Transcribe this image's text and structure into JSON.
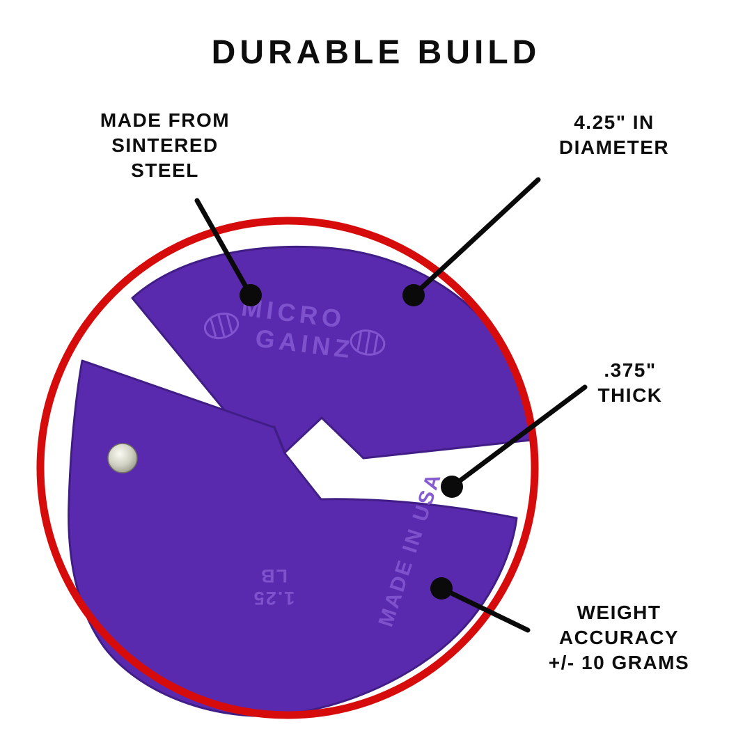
{
  "title": "DURABLE BUILD",
  "callouts": {
    "made_from": {
      "lines": [
        "MADE FROM",
        "SINTERED",
        "STEEL"
      ]
    },
    "diameter": {
      "lines": [
        "4.25\" IN",
        "DIAMETER"
      ]
    },
    "thickness": {
      "lines": [
        ".375\"",
        "THICK"
      ]
    },
    "accuracy": {
      "lines": [
        "WEIGHT",
        "ACCURACY",
        "+/- 10 GRAMS"
      ]
    }
  },
  "product": {
    "logo_top": "MICRO",
    "logo_bottom": "GAINZ",
    "stamp": "MADE IN USA",
    "weight_value": "1.25",
    "weight_unit": "LB"
  },
  "colors": {
    "accent-red": "#d60b0b",
    "plate-purple": "#5a2aae",
    "plate-outline": "#411d86",
    "plate-emboss": "#8055cf",
    "ink": "#0d0d0d"
  }
}
